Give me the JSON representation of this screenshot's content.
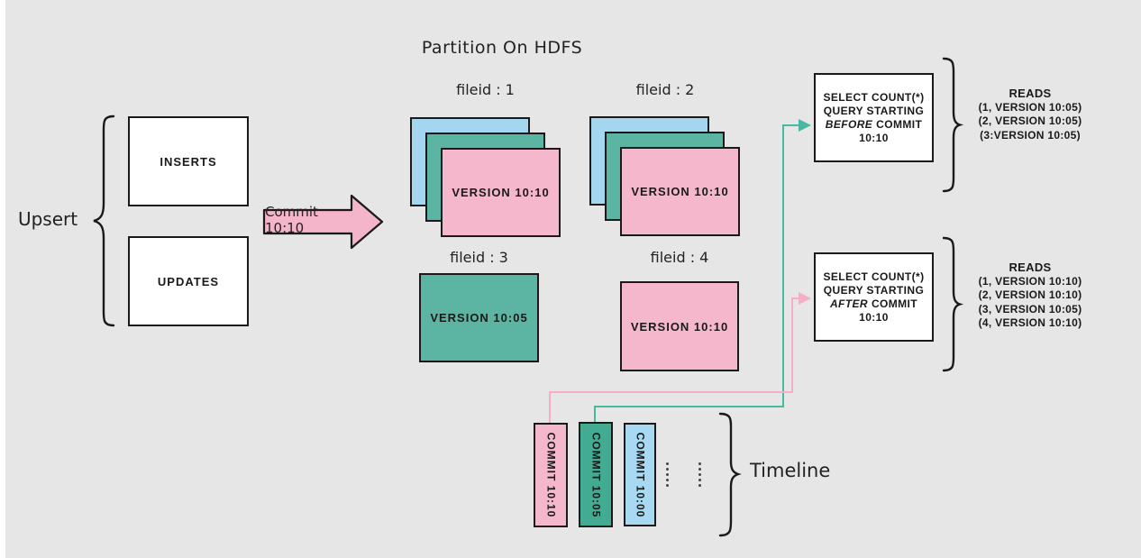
{
  "title": "Partition On HDFS",
  "upsert": {
    "label": "Upsert",
    "inserts": "INSERTS",
    "updates": "UPDATES"
  },
  "commit_arrow": {
    "label": "Commit 10:10"
  },
  "filegroups": [
    {
      "id_label": "fileid : 1",
      "version_label": "VERSION 10:10",
      "type": "stack"
    },
    {
      "id_label": "fileid : 2",
      "version_label": "VERSION 10:10",
      "type": "stack"
    },
    {
      "id_label": "fileid : 3",
      "version_label": "VERSION 10:05",
      "type": "single-teal"
    },
    {
      "id_label": "fileid : 4",
      "version_label": "VERSION 10:10",
      "type": "single-pink"
    }
  ],
  "queries": [
    {
      "line1": "SELECT COUNT(*)",
      "line2": "QUERY STARTING",
      "bold_word": "BEFORE",
      "line3_rest": "COMMIT",
      "line4": "10:10",
      "reads_title": "READS",
      "reads": [
        "(1, VERSION 10:05)",
        "(2, VERSION 10:05)",
        "(3:VERSION 10:05)"
      ]
    },
    {
      "line1": "SELECT COUNT(*)",
      "line2": "QUERY STARTING",
      "bold_word": "AFTER",
      "line3_rest": "COMMIT",
      "line4": "10:10",
      "reads_title": "READS",
      "reads": [
        "(1, VERSION 10:10)",
        "(2, VERSION 10:10)",
        "(3, VERSION 10:05)",
        "(4, VERSION 10:10)"
      ]
    }
  ],
  "timeline": {
    "label": "Timeline",
    "commits": [
      {
        "label": "COMMIT 10:10",
        "color_key": "pink"
      },
      {
        "label": "COMMIT 10:05",
        "color_key": "teal"
      },
      {
        "label": "COMMIT 10:00",
        "color_key": "blue"
      }
    ]
  },
  "colors": {
    "background": "#e6e6e6",
    "card_blue": "#a5d6f0",
    "card_teal": "#5bb5a2",
    "card_pink": "#f4b7cb",
    "bar_pink": "#f4b7cb",
    "bar_teal": "#44ab93",
    "bar_blue": "#a8d9f2",
    "arrow_pink": "#f4b5ca",
    "line_pink": "#f4aec8",
    "line_teal": "#48b8a1",
    "stroke": "#1a1a1a"
  }
}
